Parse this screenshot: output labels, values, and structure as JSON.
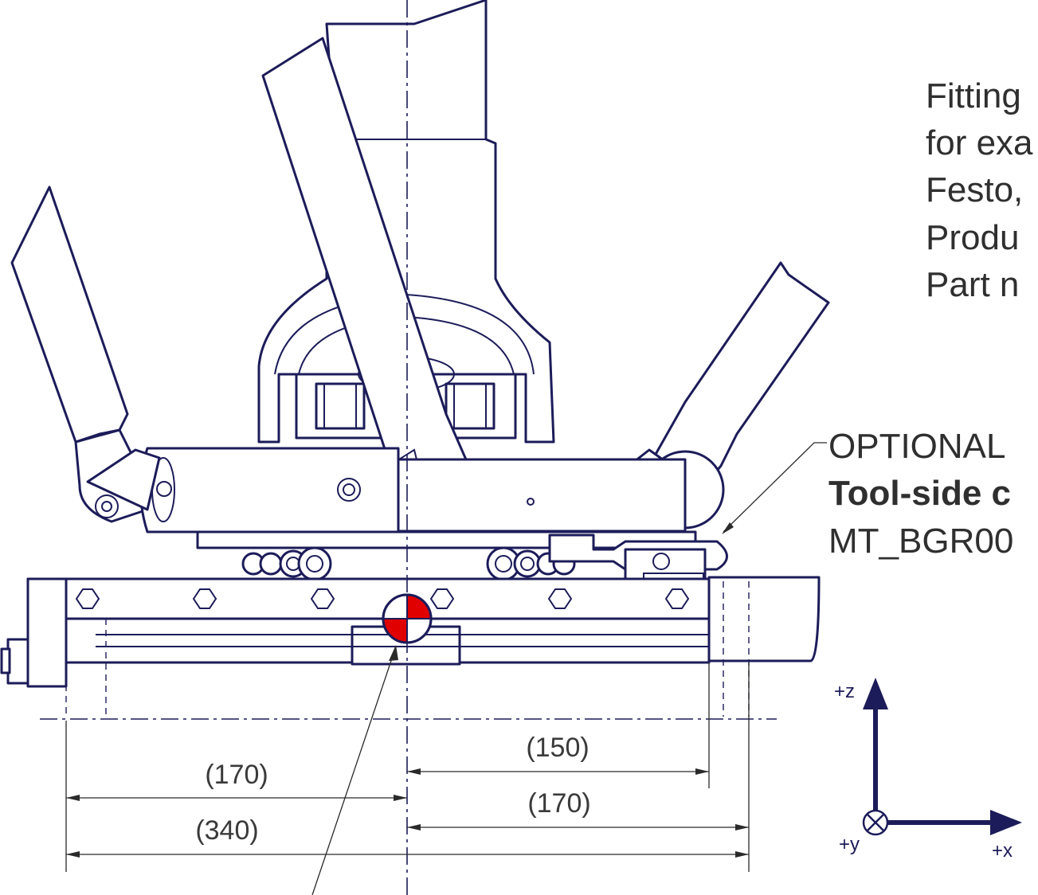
{
  "fitting_note": {
    "lines": [
      "Fitting",
      "for exa",
      "Festo,",
      "Produ",
      "Part n"
    ]
  },
  "optional_note": {
    "line1": "OPTIONAL",
    "line2": "Tool-side c",
    "line3": "MT_BGR00"
  },
  "dimensions": {
    "d150": "(150)",
    "d170_left": "(170)",
    "d170_right": "(170)",
    "d340": "(340)"
  },
  "axes": {
    "z": "+z",
    "y": "+y",
    "x": "+x"
  },
  "colors": {
    "line": "#1c1c5a",
    "cog_fill": "#e00000"
  }
}
